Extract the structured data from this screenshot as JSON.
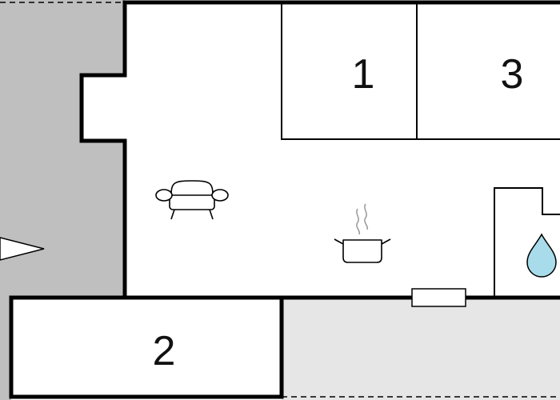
{
  "floorplan": {
    "rooms": [
      {
        "id": "room-1",
        "label": "1"
      },
      {
        "id": "room-2",
        "label": "2"
      },
      {
        "id": "room-3",
        "label": "3"
      }
    ],
    "icons": {
      "living": "sofa-icon",
      "kitchen": "cooking-pot-icon",
      "bathroom": "water-drop-icon",
      "entrance": "entrance-arrow-icon"
    },
    "colors": {
      "wall": "#000000",
      "outside": "#bfbfbf",
      "terrace": "#e6e6e6",
      "floor": "#ffffff",
      "water": "#a8dcea"
    }
  }
}
